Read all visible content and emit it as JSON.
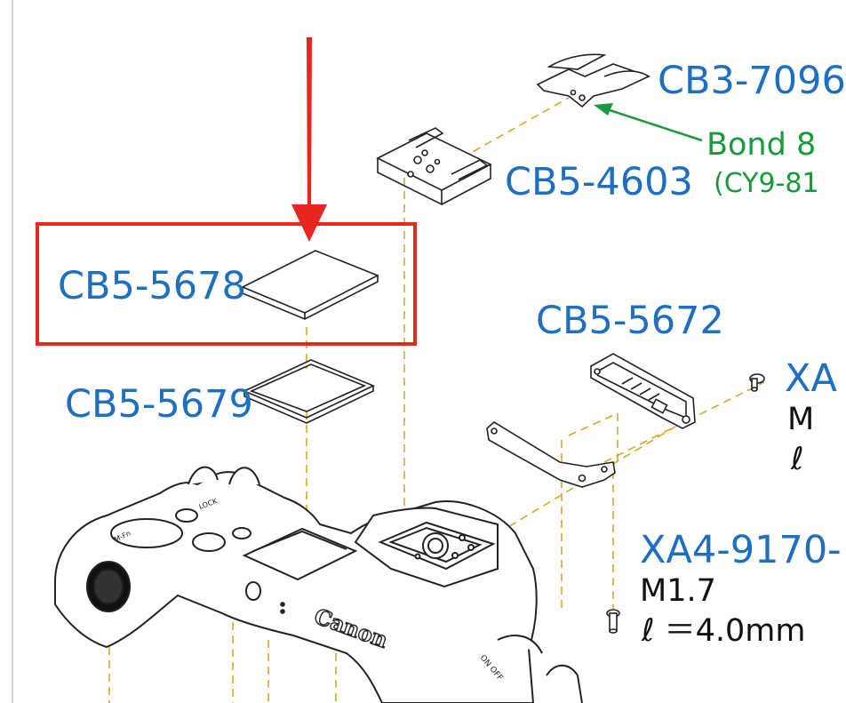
{
  "colors": {
    "label_blue": "#1f6fc0",
    "label_green": "#169a3a",
    "highlight_red": "#e8261e",
    "leader_yellow": "#d9a72a",
    "line_art": "#222222"
  },
  "labels": {
    "cb3_7096": "CB3-7096",
    "cb5_4603": "CB5-4603",
    "bond": "Bond 8",
    "bond_code": "(CY9-81",
    "cb5_5678": "CB5-5678",
    "cb5_5679": "CB5-5679",
    "cb5_5672": "CB5-5672",
    "xa_top": "XA",
    "xa_top_m": "M",
    "xa_top_l": "ℓ",
    "xa4_9170": "XA4-9170-",
    "xa4_m": "M1.7",
    "xa4_l": "ℓ ＝4.0mm"
  },
  "body_markings": {
    "brand": "Canon",
    "lock": "LOCK",
    "on_off": "ON OFF",
    "mfn": "M-Fn"
  },
  "icons": {
    "arrow": "red-down-arrow-icon",
    "screw": "screw-icon"
  }
}
